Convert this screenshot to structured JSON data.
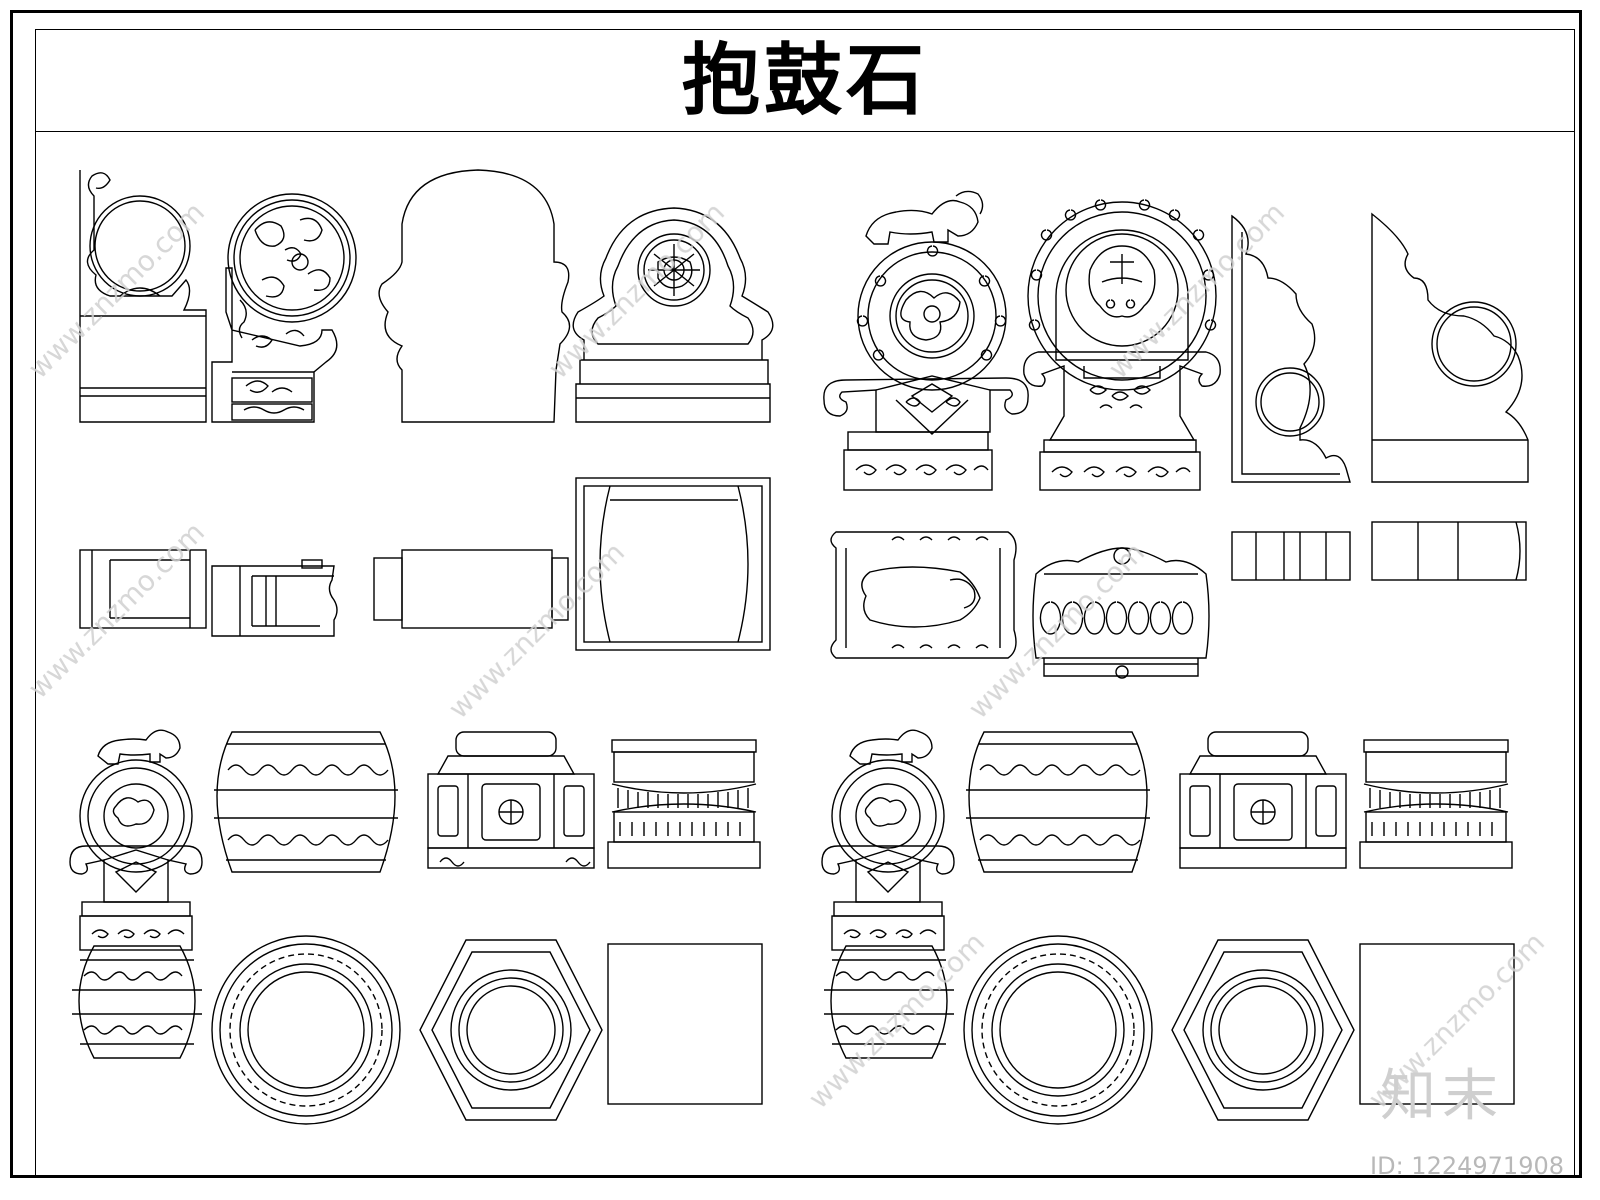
{
  "title": "抱鼓石",
  "watermark": {
    "site": "www.znzmo.com",
    "brand": "知末",
    "id_label": "ID: 1224971908",
    "color": "#c8c8c8"
  },
  "colors": {
    "line": "#000000",
    "background": "#ffffff"
  },
  "groups": [
    {
      "name": "group-top-left",
      "views": [
        "front-elevation",
        "carved-elevation",
        "side-profile",
        "back-elevation",
        "plan-views"
      ]
    },
    {
      "name": "group-top-right",
      "views": [
        "lion-drum-front",
        "taotie-drum-front",
        "side-profiles",
        "plan-views"
      ]
    },
    {
      "name": "group-bottom-left",
      "views": [
        "lion-drum",
        "drum-body",
        "hexagonal-base",
        "column-base",
        "plans"
      ]
    },
    {
      "name": "group-bottom-right",
      "views": [
        "lion-drum",
        "drum-body",
        "hexagonal-base",
        "column-base",
        "plans"
      ]
    }
  ]
}
